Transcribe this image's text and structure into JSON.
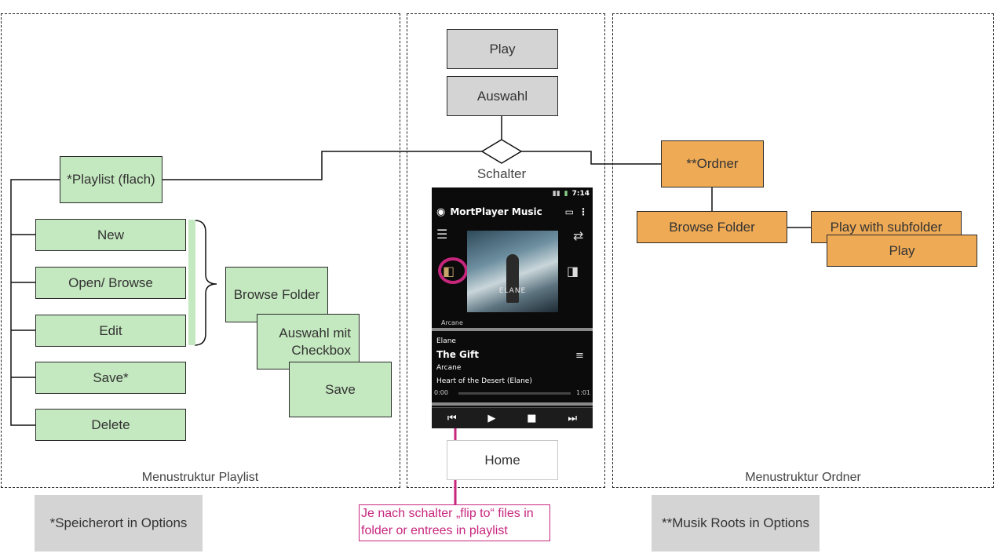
{
  "sections": {
    "playlist_caption": "Menustruktur Playlist",
    "ordner_caption": "Menustruktur Ordner"
  },
  "top": {
    "play": "Play",
    "auswahl": "Auswahl",
    "schalter": "Schalter",
    "home": "Home"
  },
  "playlist": {
    "root": "*Playlist (flach)",
    "items": [
      "New",
      "Open/ Browse",
      "Edit",
      "Save*",
      "Delete"
    ],
    "browse_folder": "Browse Folder",
    "auswahl_checkbox": "Auswahl mit Checkbox",
    "save": "Save"
  },
  "ordner": {
    "root": "**Ordner",
    "browse_folder": "Browse Folder",
    "play_with_subfolder": "Play with subfolder",
    "play": "Play"
  },
  "notes": {
    "speicherort": "*Speicherort in Options",
    "musik_roots": "**Musik Roots in Options",
    "flip_line1": "Je nach schalter „flip to“ files in",
    "flip_line2": "folder or entrees in playlist"
  },
  "phone": {
    "clock": "7:14",
    "app_title": "MortPlayer Music",
    "album_logo": "ELANE",
    "folder": "Arcane",
    "artist": "Elane",
    "track": "The Gift",
    "album": "Arcane",
    "next": "Heart of the Desert (Elane)",
    "time_start": "0:00",
    "time_end": "1:01"
  },
  "colors": {
    "green": "#c4e8bf",
    "gray": "#d4d4d4",
    "orange": "#eeaa55",
    "magenta": "#c7267d"
  }
}
